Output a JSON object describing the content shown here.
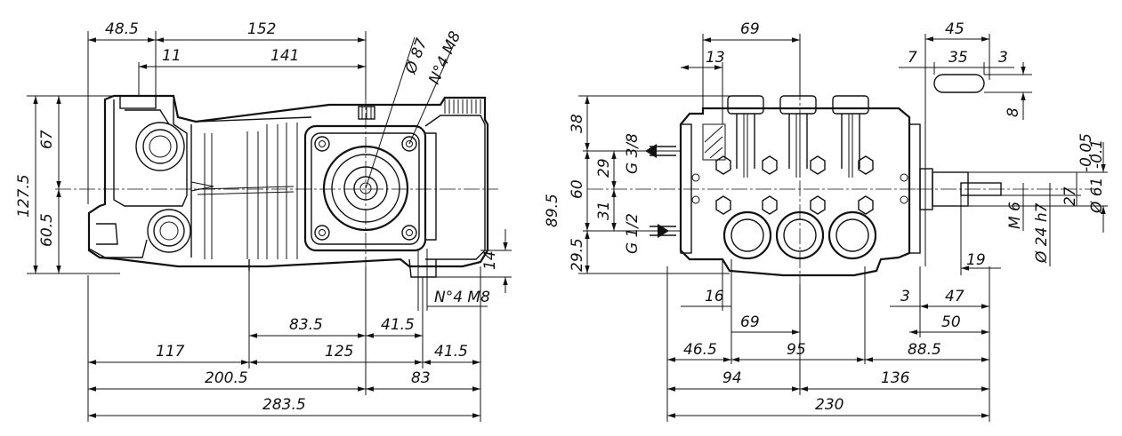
{
  "side_view": {
    "top_dims": [
      "48.5",
      "152",
      "11",
      "141"
    ],
    "angled_labels": [
      "Ø 87",
      "N°4 M8"
    ],
    "left_dims": [
      "127.5",
      "67",
      "60.5"
    ],
    "bottom_right_dims": [
      "14",
      "N°4 M8"
    ],
    "bottom_dims": [
      "83.5",
      "41.5",
      "117",
      "125",
      "41.5",
      "200.5",
      "83",
      "283.5"
    ]
  },
  "front_view": {
    "top_dims": [
      "69",
      "13",
      "45",
      "7",
      "35",
      "3",
      "8"
    ],
    "left_dims": [
      "38",
      "89.5",
      "60",
      "29.5",
      "29",
      "31"
    ],
    "ports": [
      "G 3/8",
      "G 1/2"
    ],
    "right_dims": [
      "27",
      "Ø 61",
      "-0.05",
      "-0.1",
      "M 6",
      "Ø 24 h7",
      "19"
    ],
    "bottom_dims": [
      "16",
      "69",
      "3",
      "47",
      "50",
      "46.5",
      "95",
      "88.5",
      "94",
      "136",
      "230"
    ]
  }
}
